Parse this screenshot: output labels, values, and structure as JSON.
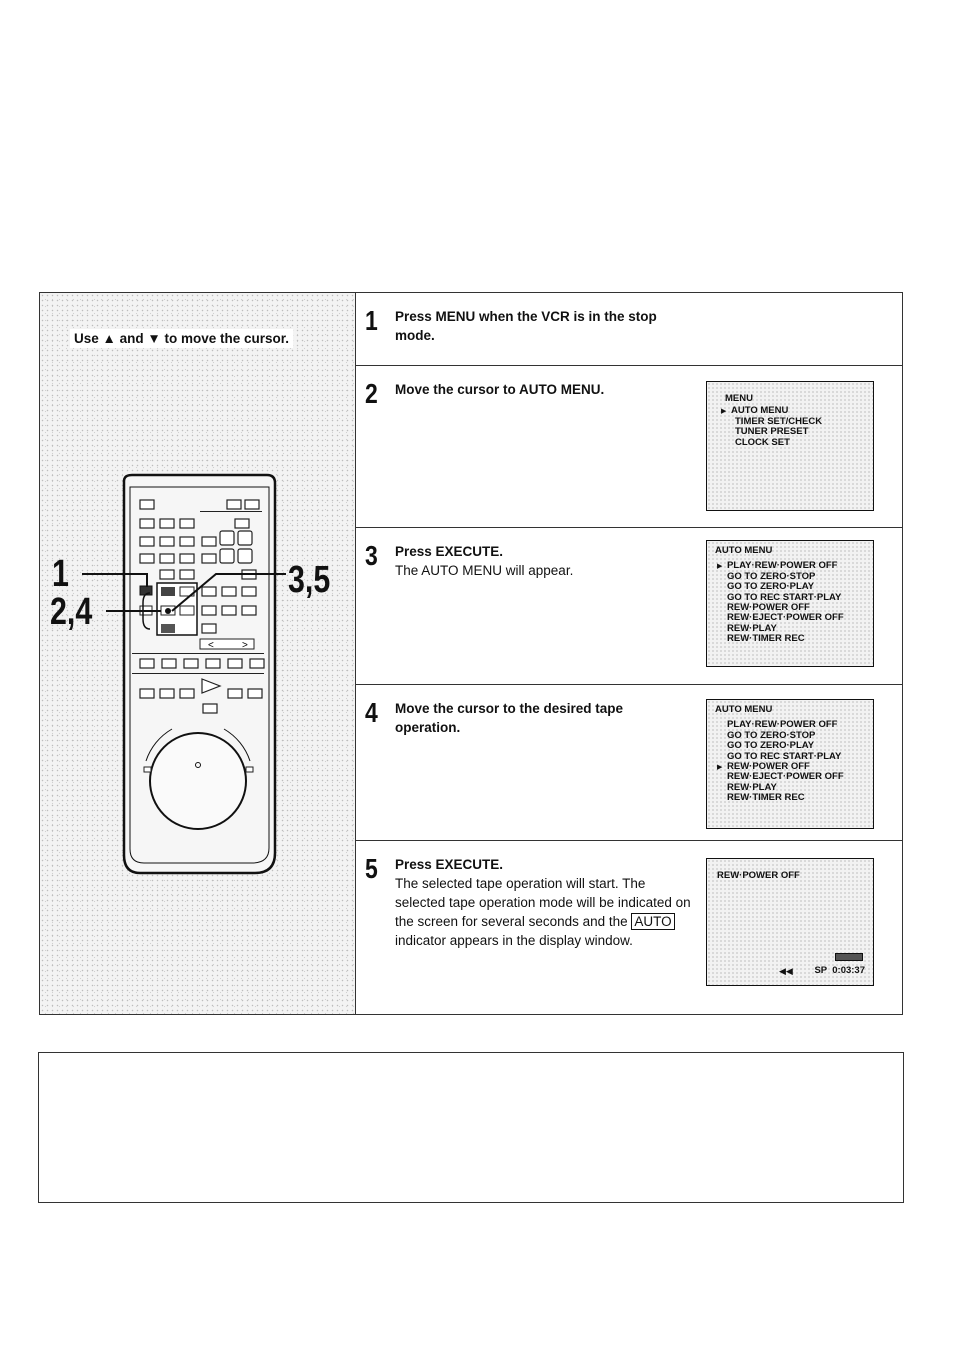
{
  "left_panel": {
    "cursor_hint": "Use ▲ and ▼ to move the cursor.",
    "callouts": [
      "1",
      "2,4",
      "3,5"
    ]
  },
  "steps": [
    {
      "number": "1",
      "title": "Press MENU when the VCR is in the stop mode.",
      "body": []
    },
    {
      "number": "2",
      "title": "Move the cursor to AUTO MENU.",
      "body": [],
      "screen": {
        "lines": [
          "MENU",
          "AUTO MENU",
          "TIMER SET/CHECK",
          "TUNER PRESET",
          "CLOCK SET"
        ],
        "selected": 1
      }
    },
    {
      "number": "3",
      "title": "Press EXECUTE.",
      "body": [
        "The AUTO MENU will appear."
      ],
      "screen": {
        "lines": [
          "AUTO MENU",
          "PLAY·REW·POWER OFF",
          "GO TO ZERO·STOP",
          "GO TO ZERO·PLAY",
          "GO TO REC START·PLAY",
          "REW·POWER OFF",
          "REW·EJECT·POWER OFF",
          "REW·PLAY",
          "REW·TIMER REC"
        ],
        "selected": 1
      }
    },
    {
      "number": "4",
      "title": "Move the cursor to the desired tape operation.",
      "body": [],
      "screen": {
        "lines": [
          "AUTO MENU",
          "PLAY·REW·POWER OFF",
          "GO TO ZERO·STOP",
          "GO TO ZERO·PLAY",
          "GO TO REC START·PLAY",
          "REW·POWER OFF",
          "REW·EJECT·POWER OFF",
          "REW·PLAY",
          "REW·TIMER REC"
        ],
        "selected": 5
      }
    },
    {
      "number": "5",
      "title": "Press EXECUTE.",
      "body_pre": "The selected tape operation will start. The selected tape operation mode will be indicated on the screen for several seconds and the ",
      "body_indicator": "AUTO",
      "body_post": " indicator appears in the display window.",
      "screen": {
        "title": "REW·POWER OFF",
        "status": "SP  0:03:37"
      }
    }
  ]
}
